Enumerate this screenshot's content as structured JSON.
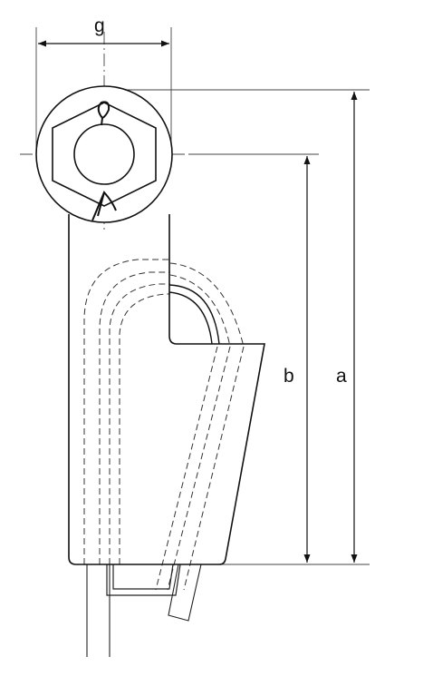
{
  "dimensions": {
    "g": "g",
    "b": "b",
    "a": "a"
  },
  "colors": {
    "line": "#1a1a1a",
    "thin_line": "#333333",
    "background": "#ffffff"
  }
}
